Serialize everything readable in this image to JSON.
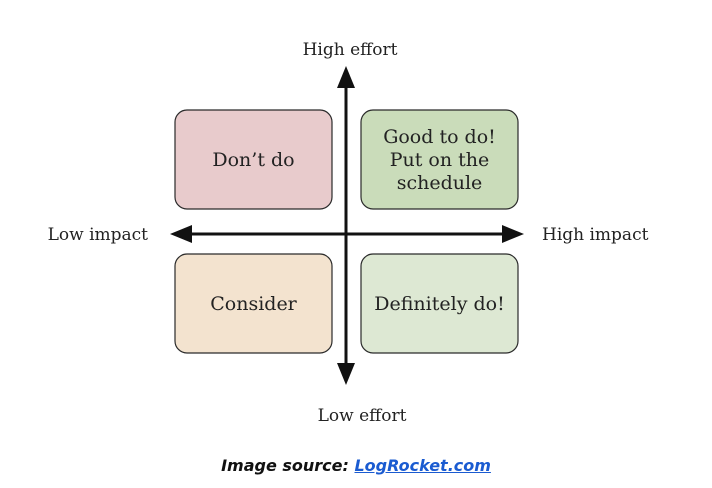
{
  "axes": {
    "top_label": "High effort",
    "bottom_label": "Low effort",
    "left_label": "Low impact",
    "right_label": "High impact"
  },
  "quadrants": [
    {
      "id": "dont-do",
      "lines": [
        "Don’t do"
      ],
      "fill": "#e8cbcc"
    },
    {
      "id": "good-to-do",
      "lines": [
        "Good to do!",
        "Put on the",
        "schedule"
      ],
      "fill": "#cadcba"
    },
    {
      "id": "consider",
      "lines": [
        "Consider"
      ],
      "fill": "#f3e3cf"
    },
    {
      "id": "definitely-do",
      "lines": [
        "Definitely do!"
      ],
      "fill": "#dde8d3"
    }
  ],
  "caption": {
    "prefix": "Image source: ",
    "link_text": "LogRocket.com"
  },
  "colors": {
    "axis": "#111111",
    "text": "#222222",
    "link": "#1a5bd1"
  }
}
